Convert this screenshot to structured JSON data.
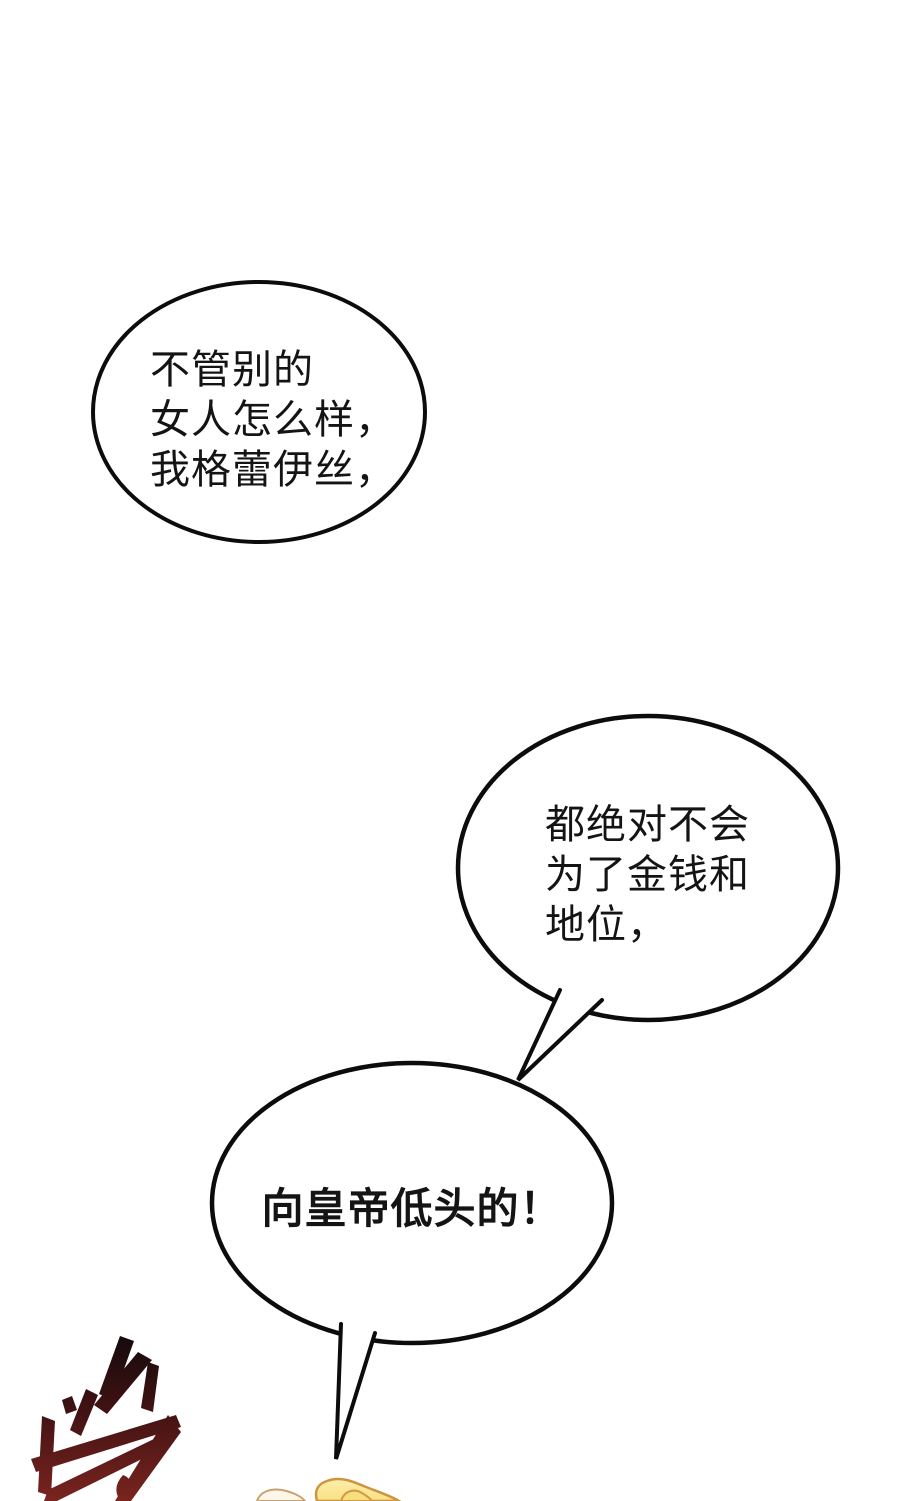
{
  "page": {
    "kind": "comic-page",
    "background": "#ffffff"
  },
  "ink": {
    "bubble_stroke": "#0c0c0c",
    "text_color": "#141414"
  },
  "bubbles": [
    {
      "name": "speech-bubble-1",
      "lines": [
        "不管别的",
        "女人怎么样，",
        "我格蕾伊丝，"
      ]
    },
    {
      "name": "speech-bubble-2",
      "lines": [
        "都绝对不会",
        "为了金钱和",
        "地位，"
      ]
    },
    {
      "name": "speech-bubble-3",
      "lines": [
        "向皇帝低头的！"
      ]
    }
  ],
  "sfx": {
    "label": "brush-stroke-sfx",
    "gradient_top": "#150a0b",
    "gradient_mid": "#401213",
    "gradient_bottom": "#7a241f"
  },
  "artwork": {
    "hair_fill": "#f8e183",
    "hair_highlight": "#fdf0ac",
    "hair_outline": "#cf9442",
    "hair_strand_fill": "#f8df7e",
    "skin_fill": "#fdf7ea",
    "skin_outline": "#c9a271"
  }
}
